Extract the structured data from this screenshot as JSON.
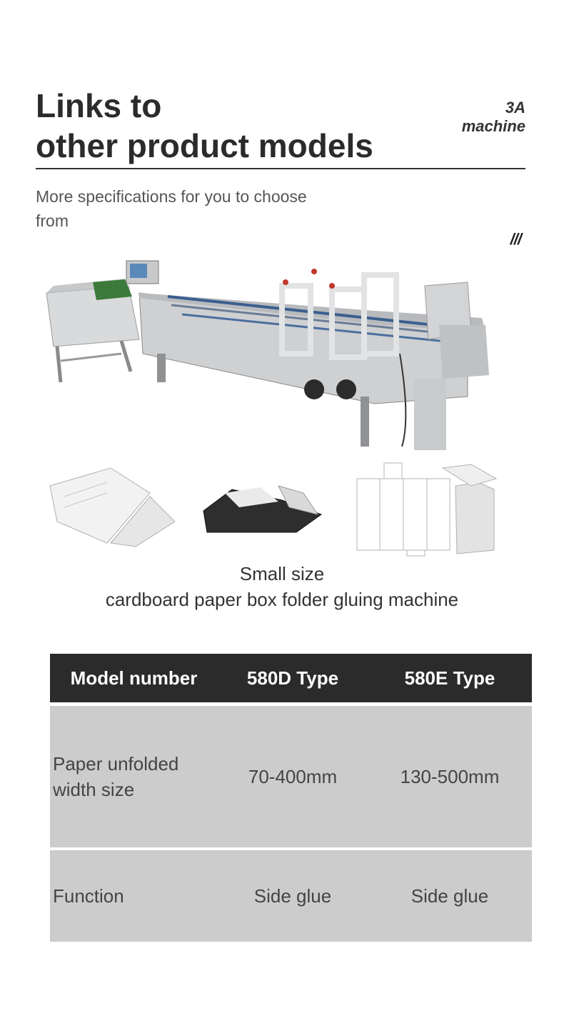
{
  "header": {
    "title_line1": "Links to",
    "title_line2": "other product models",
    "brand_line1": "3A",
    "brand_line2": "machine",
    "subtitle": "More specifications for you to choose from",
    "decoration": "///"
  },
  "caption": {
    "line1": "Small size",
    "line2": "cardboard paper box  folder gluing  machine"
  },
  "table": {
    "headers": [
      "Model number",
      "580D Type",
      "580E Type"
    ],
    "rows": [
      [
        "Paper unfolded width size",
        "70-400mm",
        "130-500mm"
      ],
      [
        "Function",
        "Side glue",
        "Side glue"
      ]
    ]
  },
  "images": {
    "machine": "folder-gluer-machine-photo",
    "samples": [
      "white-box-sample",
      "dark-box-sample",
      "die-cut-template",
      "tall-box-sample"
    ]
  }
}
